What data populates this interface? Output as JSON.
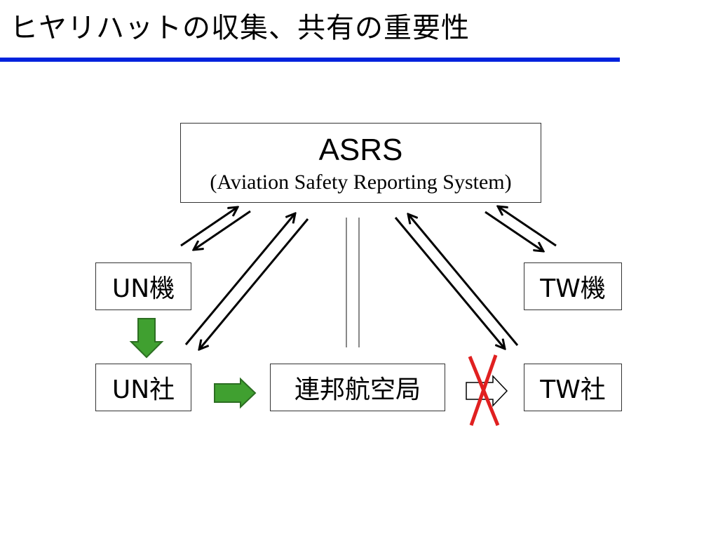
{
  "slide": {
    "title": "ヒヤリハットの収集、共有の重要性",
    "title_rule_color": "#0022dd"
  },
  "diagram": {
    "asrs": {
      "acronym": "ASRS",
      "full_name": "(Aviation Safety Reporting System)"
    },
    "nodes": {
      "un_aircraft": "UN機",
      "tw_aircraft": "TW機",
      "un_company": "UN社",
      "faa": "連邦航空局",
      "tw_company": "TW社"
    },
    "colors": {
      "green_arrow_fill": "#40a030",
      "green_arrow_stroke": "#2c6e22",
      "cross_color": "#e02020",
      "line_color": "#000000",
      "parallel_line_color": "#888888"
    }
  }
}
